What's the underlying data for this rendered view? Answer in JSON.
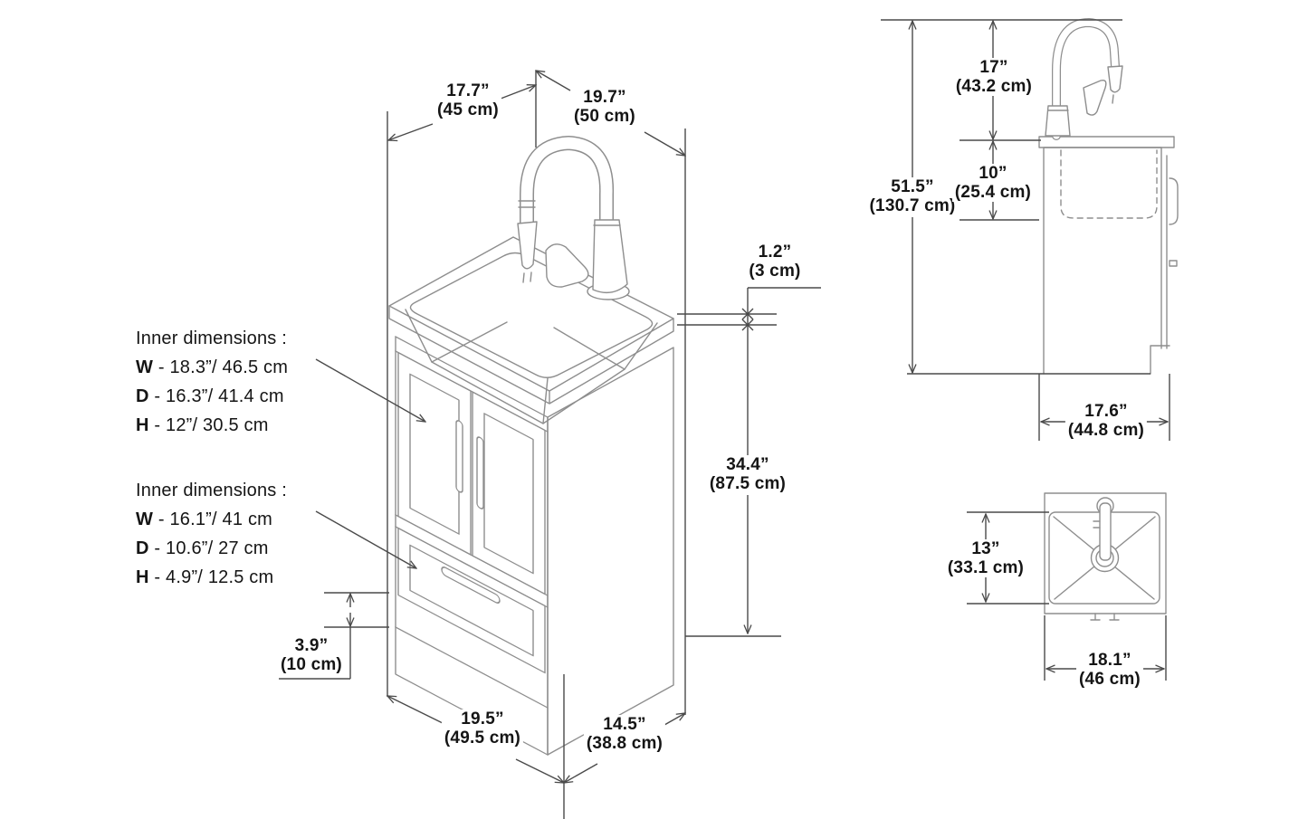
{
  "colors": {
    "background": "#ffffff",
    "drawing_line": "#8e8e8e",
    "dimension_line": "#4a4a4a",
    "text": "#151515"
  },
  "dims": {
    "front_depth_top": {
      "in": "17.7”",
      "cm": "(45 cm)"
    },
    "front_width_top": {
      "in": "19.7”",
      "cm": "(50 cm)"
    },
    "rim_height": {
      "in": "1.2”",
      "cm": "(3 cm)"
    },
    "cabinet_height": {
      "in": "34.4”",
      "cm": "(87.5 cm)"
    },
    "toe_height": {
      "in": "3.9”",
      "cm": "(10 cm)"
    },
    "front_width_bottom": {
      "in": "19.5”",
      "cm": "(49.5 cm)"
    },
    "front_depth_bottom": {
      "in": "14.5”",
      "cm": "(38.8 cm)"
    },
    "faucet_height": {
      "in": "17”",
      "cm": "(43.2 cm)"
    },
    "total_height": {
      "in": "51.5”",
      "cm": "(130.7 cm)"
    },
    "basin_depth": {
      "in": "10”",
      "cm": "(25.4 cm)"
    },
    "side_depth": {
      "in": "17.6”",
      "cm": "(44.8 cm)"
    },
    "top_depth": {
      "in": "13”",
      "cm": "(33.1 cm)"
    },
    "top_width": {
      "in": "18.1”",
      "cm": "(46 cm)"
    }
  },
  "inner_dimensions_sink": {
    "title": "Inner dimensions :",
    "rows": [
      {
        "label": "W",
        "value": "- 18.3”/ 46.5 cm"
      },
      {
        "label": "D",
        "value": "- 16.3”/ 41.4 cm"
      },
      {
        "label": "H",
        "value": "- 12”/ 30.5 cm"
      }
    ]
  },
  "inner_dimensions_drawer": {
    "title": "Inner dimensions :",
    "rows": [
      {
        "label": "W",
        "value": "- 16.1”/ 41 cm"
      },
      {
        "label": "D",
        "value": "- 10.6”/ 27 cm"
      },
      {
        "label": "H",
        "value": "- 4.9”/ 12.5 cm"
      }
    ]
  }
}
